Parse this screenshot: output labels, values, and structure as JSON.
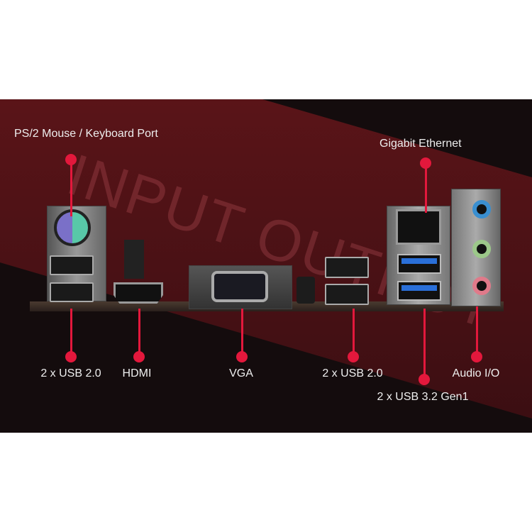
{
  "watermark": "INPUT OUTPUT",
  "labels": {
    "ps2": "PS/2 Mouse / Keyboard Port",
    "ethernet": "Gigabit Ethernet",
    "usb2_left": "2 x USB 2.0",
    "hdmi": "HDMI",
    "vga": "VGA",
    "usb2_right": "2 x USB 2.0",
    "usb32": "2 x USB 3.2 Gen1",
    "audio": "Audio I/O"
  },
  "colors": {
    "accent": "#e3183c",
    "audio_blue": "#3a8fd0",
    "audio_green": "#9cc88a",
    "audio_pink": "#e07a8a"
  }
}
